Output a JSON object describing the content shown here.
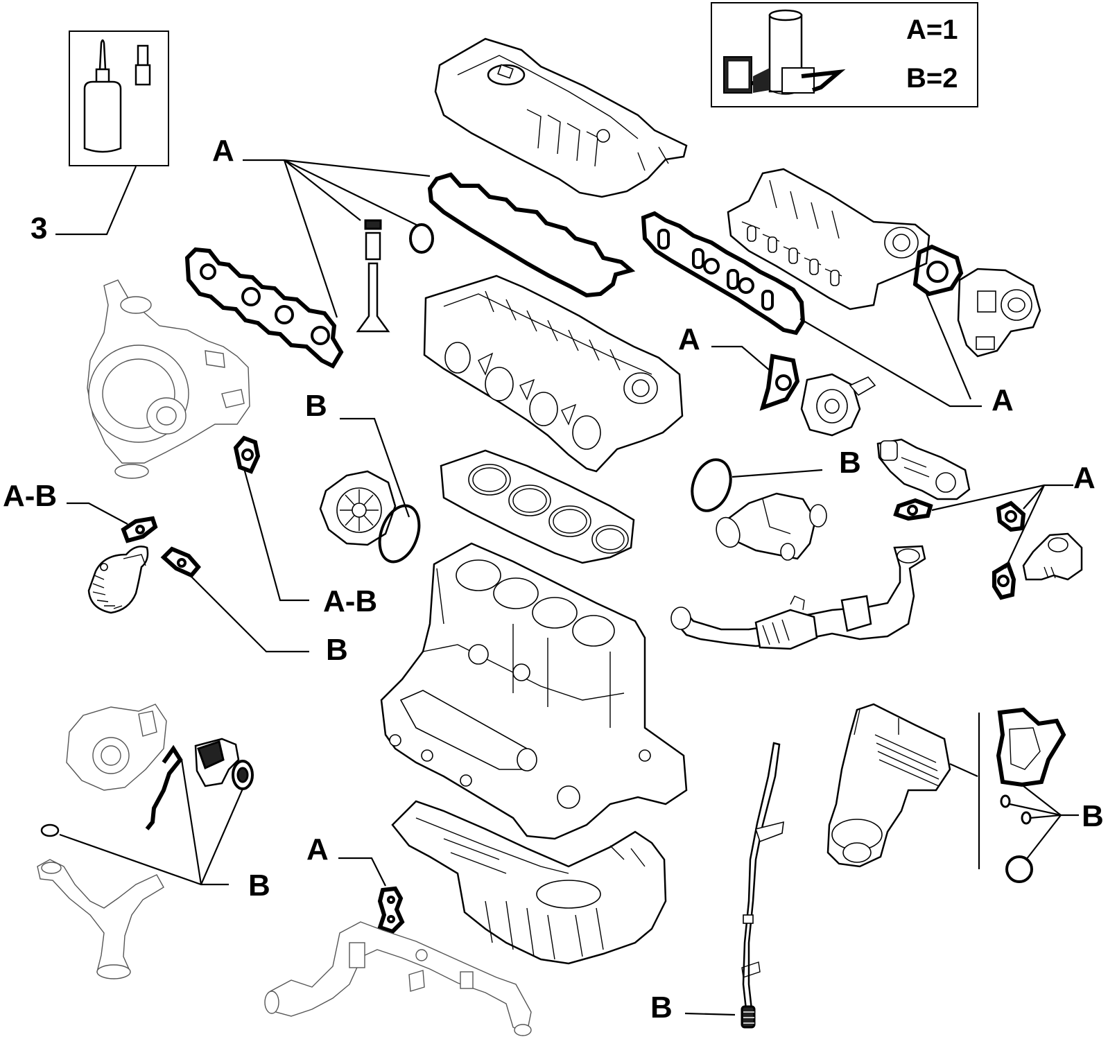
{
  "legend": {
    "line1": "A=1",
    "line2": "B=2",
    "can_icon": "sealant-tube-icon"
  },
  "kit_box": {
    "label": "3",
    "icon": "adhesive-bottle-icon"
  },
  "callouts": {
    "valve_cover_group": "A",
    "exhaust_manifold_gasket": "A",
    "intake_manifold_gasket": "A",
    "vacuum_pump_gasket": "A",
    "water_pump_ring": "B",
    "thermostat_ring": "B",
    "turbo_gasket": "A-B",
    "turbo_oil_gasket": "A-B",
    "turbo_feed_gasket": "B",
    "egr_gaskets": "A",
    "oil_cooler_seals": "B",
    "oil_pump_seals": "B",
    "coolant_pipe_gasket": "A",
    "dipstick_seal": "B"
  }
}
